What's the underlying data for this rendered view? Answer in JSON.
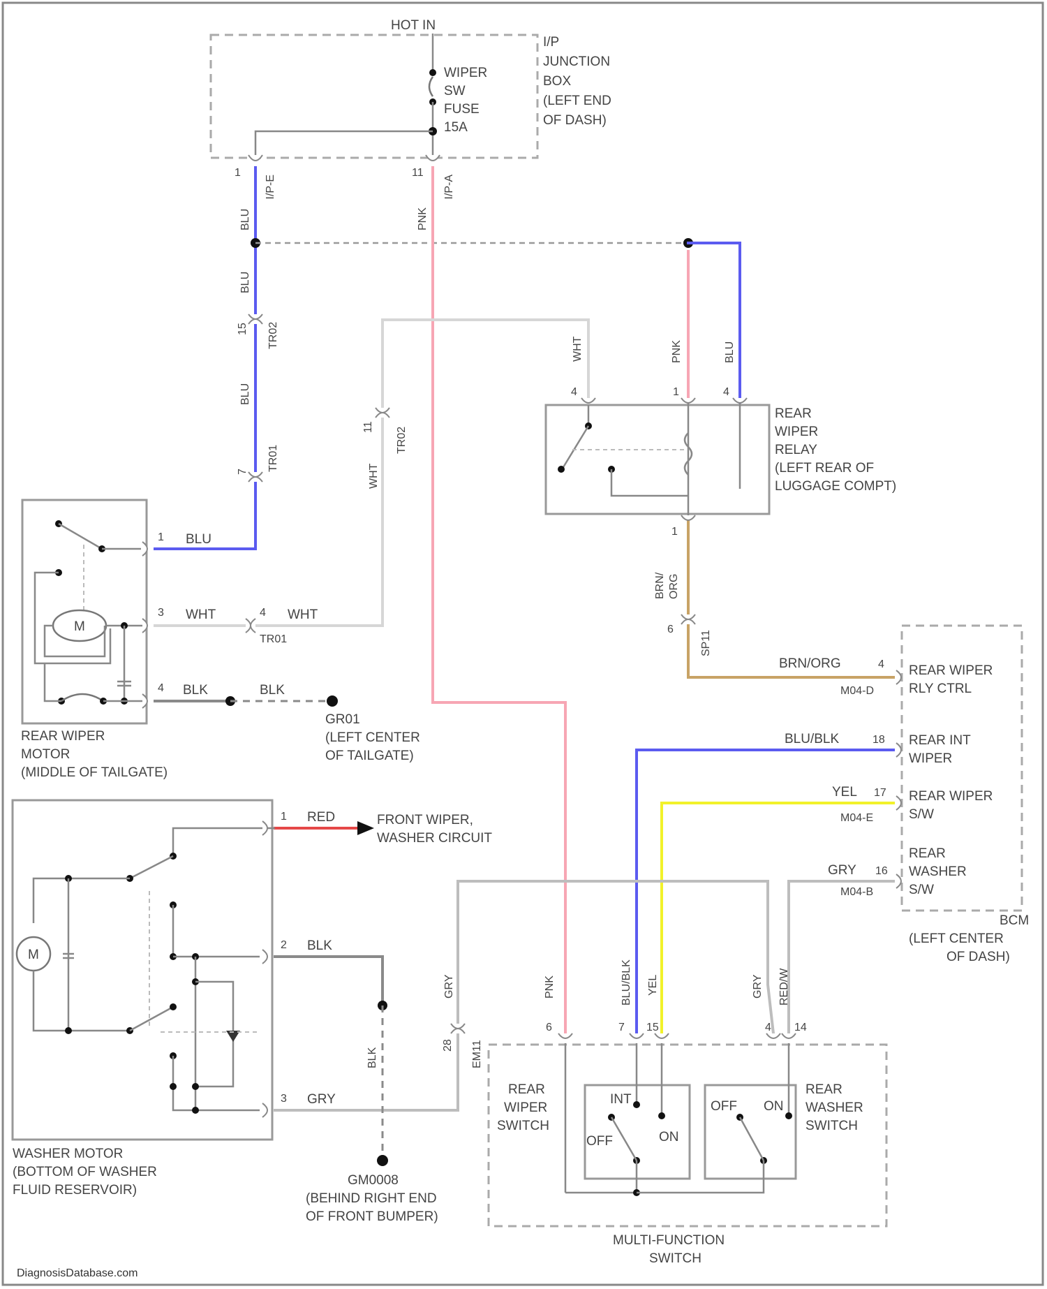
{
  "colors": {
    "blu": "#5b5bf0",
    "pnk": "#f7a6b4",
    "wht": "#d6d6d6",
    "gry": "#bdbdbd",
    "blk": "#8a8a8a",
    "brn_org": "#c8a366",
    "yel": "#f2f22a",
    "red": "#e54848"
  },
  "top": {
    "hot": "HOT IN",
    "fuse": [
      "WIPER",
      "SW",
      "FUSE",
      "15A"
    ],
    "ipjb": [
      "I/P",
      "JUNCTION",
      "BOX",
      "(LEFT END",
      "OF DASH)"
    ],
    "pins_left": [
      "1",
      "I/P-E"
    ],
    "pins_right": [
      "11",
      "I/P-A"
    ]
  },
  "wire_labels": {
    "blu": "BLU",
    "pnk": "PNK",
    "wht": "WHT",
    "blk": "BLK",
    "gry": "GRY",
    "red": "RED",
    "yel": "YEL",
    "blu_blk": "BLU/BLK",
    "brn_org": "BRN/ORG",
    "brn_org_v": [
      "BRN/",
      "ORG"
    ],
    "red_w": "RED/W"
  },
  "connectors": {
    "c1": [
      "15",
      "TR02"
    ],
    "c2": [
      "7",
      "TR01"
    ],
    "c3": [
      "11",
      "TR02"
    ],
    "c4": [
      "4",
      "TR01"
    ],
    "c5": [
      "6",
      "SP11"
    ],
    "c6": [
      "28",
      "EM11"
    ]
  },
  "relay": {
    "name": [
      "REAR",
      "WIPER",
      "RELAY",
      "(LEFT REAR OF",
      "LUGGAGE COMPT)"
    ],
    "pins": [
      "4",
      "1",
      "4",
      "1"
    ]
  },
  "rear_motor": {
    "name": [
      "REAR WIPER",
      "MOTOR",
      "(MIDDLE OF TAILGATE)"
    ],
    "pins": [
      "1",
      "3",
      "4"
    ],
    "m": "M"
  },
  "ground_gr01": [
    "GR01",
    "(LEFT CENTER",
    "OF TAILGATE)"
  ],
  "bcm": {
    "pins": [
      "4",
      "18",
      "17",
      "16"
    ],
    "codes": [
      "M04-D",
      "M04-E",
      "M04-B"
    ],
    "labels": [
      [
        "REAR WIPER",
        "RLY CTRL"
      ],
      [
        "REAR INT",
        "WIPER"
      ],
      [
        "REAR WIPER",
        "S/W"
      ],
      [
        "REAR",
        "WASHER",
        "S/W"
      ]
    ],
    "name": [
      "BCM",
      "(LEFT CENTER",
      "OF DASH)"
    ]
  },
  "washer_motor": {
    "name": [
      "WASHER MOTOR",
      "(BOTTOM OF WASHER",
      "FLUID RESERVOIR)"
    ],
    "pins": [
      "1",
      "2",
      "3"
    ],
    "front": [
      "FRONT WIPER,",
      "WASHER CIRCUIT"
    ],
    "m": "M"
  },
  "ground_gm": [
    "GM0008",
    "(BEHIND RIGHT END",
    "OF FRONT BUMPER)"
  ],
  "mfs": {
    "name": [
      "MULTI-FUNCTION",
      "SWITCH"
    ],
    "rear_wiper_sw": [
      "REAR",
      "WIPER",
      "SWITCH"
    ],
    "rear_washer_sw": [
      "REAR",
      "WASHER",
      "SWITCH"
    ],
    "pins": [
      "6",
      "7",
      "15",
      "4",
      "14"
    ],
    "int": "INT",
    "off": "OFF",
    "on": "ON"
  },
  "watermark": "DiagnosisDatabase.com"
}
